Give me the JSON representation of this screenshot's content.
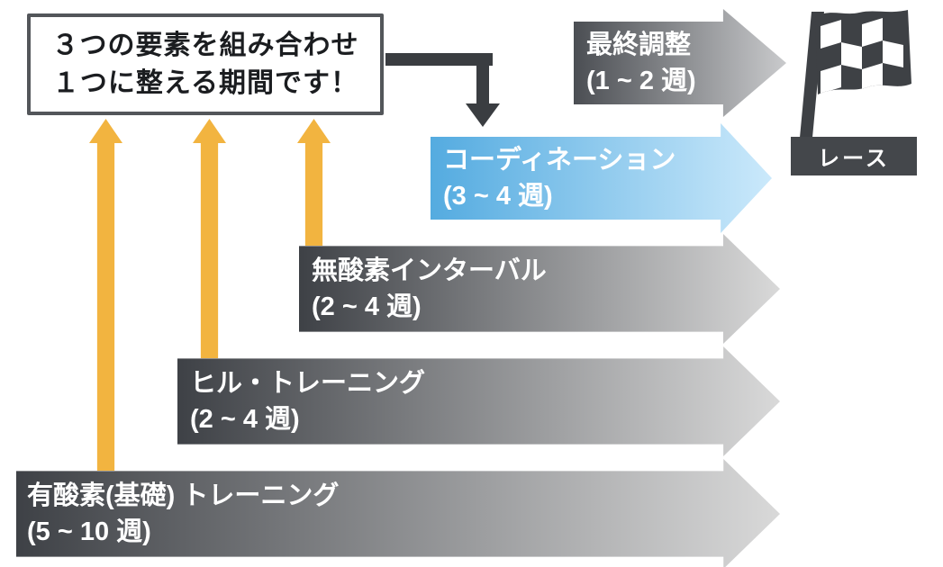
{
  "annotation": {
    "text_line1": "３つの要素を組み合わせ",
    "text_line2": "１つに整える期間です！"
  },
  "phases": [
    {
      "title": "最終調整",
      "duration": "(1 ~ 2 週)"
    },
    {
      "title": "コーディネーション",
      "duration": "(3 ~ 4 週)"
    },
    {
      "title": "無酸素インターバル",
      "duration": "(2 ~ 4 週)"
    },
    {
      "title": "ヒル・トレーニング",
      "duration": "(2 ~ 4 週)"
    },
    {
      "title": "有酸素(基礎) トレーニング",
      "duration": "(5 ~ 10 週)"
    }
  ],
  "goal": {
    "label": "レース",
    "icon": "checkered-flag-icon"
  },
  "colors": {
    "phase_gray_start": "#3E4146",
    "phase_gray_end": "#D9D9D9",
    "phase_blue_start": "#54ABE0",
    "phase_blue_end": "#CBE9FB",
    "final_gray_start": "#4B4E53",
    "final_gray_end": "#C9CACC",
    "highlight_arrow_yellow": "#F2B440",
    "dark_accent": "#3A3D41",
    "note_border": "#53565A"
  }
}
